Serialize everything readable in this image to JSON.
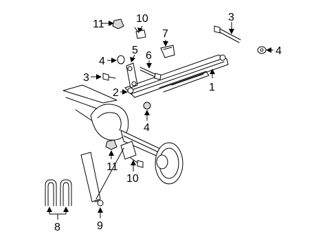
{
  "diagram": {
    "callouts": [
      {
        "id": "c1",
        "text": "1"
      },
      {
        "id": "c2",
        "text": "2"
      },
      {
        "id": "c3a",
        "text": "3"
      },
      {
        "id": "c3b",
        "text": "3"
      },
      {
        "id": "c4a",
        "text": "4"
      },
      {
        "id": "c4b",
        "text": "4"
      },
      {
        "id": "c4c",
        "text": "4"
      },
      {
        "id": "c5",
        "text": "5"
      },
      {
        "id": "c6",
        "text": "6"
      },
      {
        "id": "c7",
        "text": "7"
      },
      {
        "id": "c8",
        "text": "8"
      },
      {
        "id": "c9",
        "text": "9"
      },
      {
        "id": "c10a",
        "text": "10"
      },
      {
        "id": "c10b",
        "text": "10"
      },
      {
        "id": "c11a",
        "text": "11"
      },
      {
        "id": "c11b",
        "text": "11"
      }
    ]
  }
}
